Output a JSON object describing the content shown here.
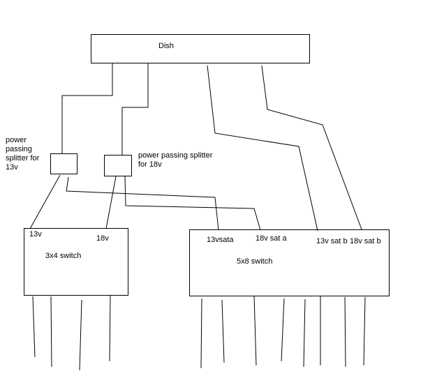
{
  "colors": {
    "line": "#000000",
    "background": "#ffffff"
  },
  "dish": {
    "label": "Dish"
  },
  "splitter_13v": {
    "label": "power passing splitter for 13v"
  },
  "splitter_18v": {
    "label": "power passing splitter for 18v"
  },
  "switch_3x4": {
    "label": "3x4 switch",
    "inputs": [
      "13v",
      "18v"
    ],
    "outputs": 4
  },
  "switch_5x8": {
    "label": "5x8 switch",
    "inputs": [
      "13vsata",
      "18v sat a",
      "13v sat b",
      "18v sat b"
    ],
    "outputs": 8
  }
}
